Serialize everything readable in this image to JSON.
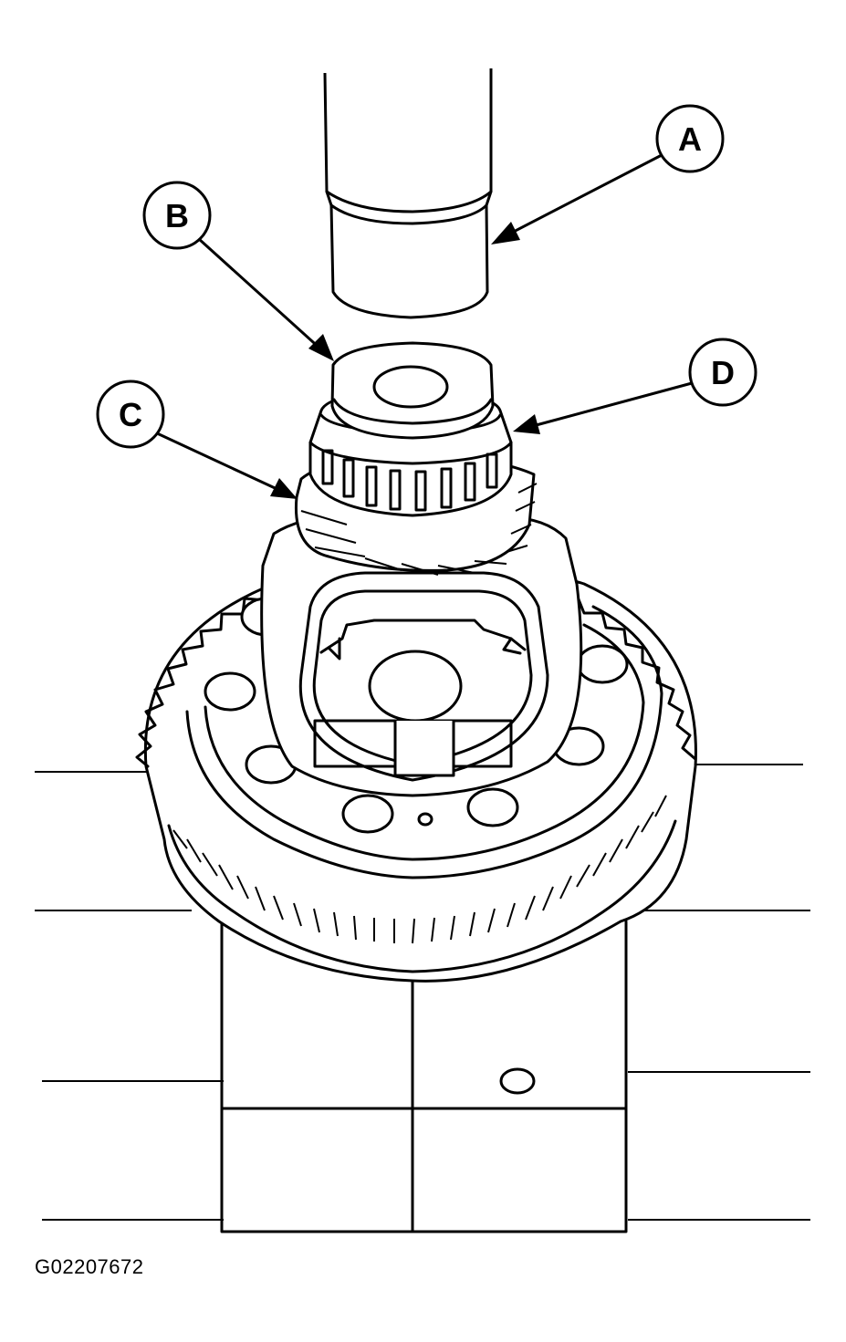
{
  "figure": {
    "id_label": "G02207672"
  },
  "callouts": [
    {
      "letter": "A",
      "target": "press-tool"
    },
    {
      "letter": "B",
      "target": "bearing-cone-top"
    },
    {
      "letter": "C",
      "target": "speedometer-drive-gear"
    },
    {
      "letter": "D",
      "target": "tapered-roller-bearing"
    }
  ]
}
